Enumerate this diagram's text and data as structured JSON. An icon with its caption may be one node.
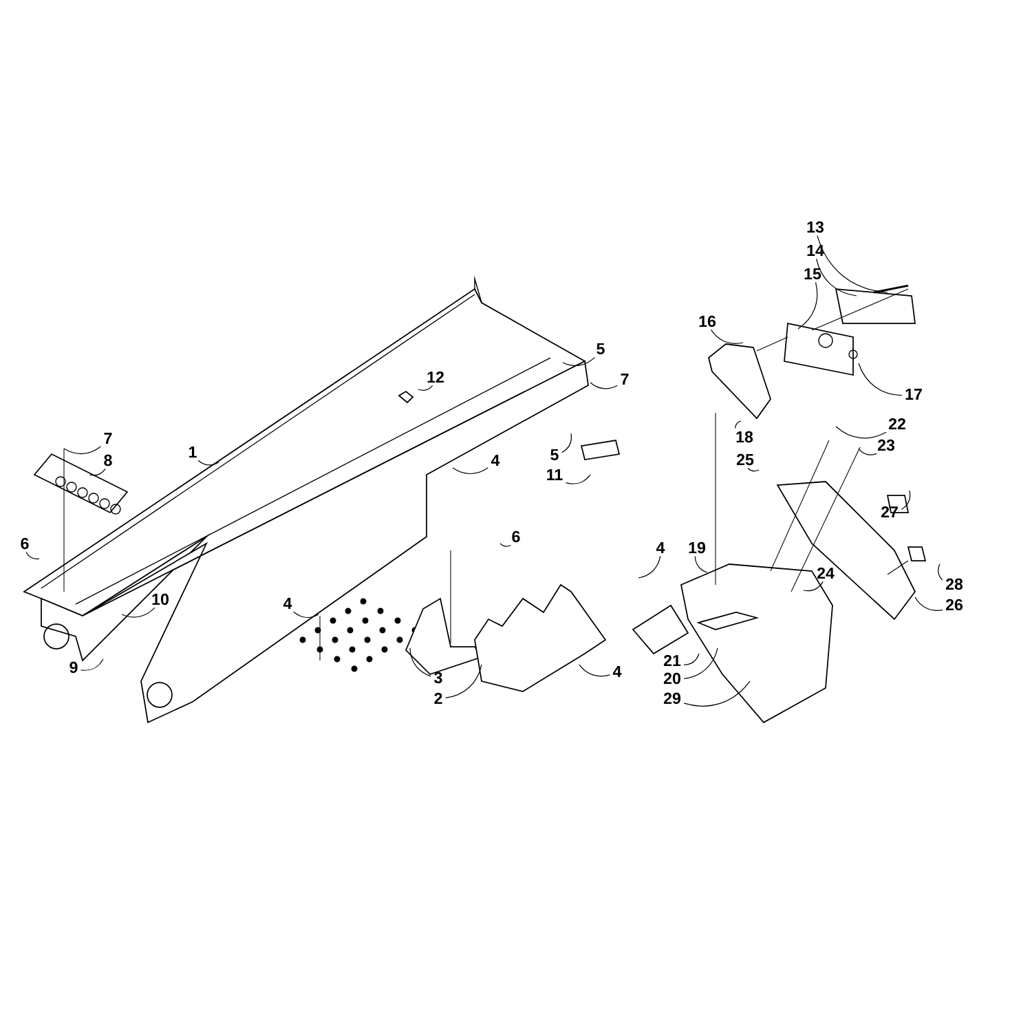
{
  "diagram": {
    "nodes": [
      {
        "text": [
          "13"
        ]
      },
      {
        "text": [
          "14"
        ]
      },
      {
        "text": [
          "15"
        ]
      },
      {
        "text": [
          "16"
        ]
      },
      {
        "text": [
          "5"
        ]
      },
      {
        "text": [
          "7"
        ]
      },
      {
        "text": [
          "12"
        ]
      },
      {
        "text": [
          "17"
        ]
      },
      {
        "text": [
          "22"
        ]
      },
      {
        "text": [
          "18"
        ]
      },
      {
        "text": [
          "7"
        ]
      },
      {
        "text": [
          "23"
        ]
      },
      {
        "text": [
          "1"
        ]
      },
      {
        "text": [
          "5"
        ]
      },
      {
        "text": [
          "4"
        ]
      },
      {
        "text": [
          "25"
        ]
      },
      {
        "text": [
          "8"
        ]
      },
      {
        "text": [
          "11"
        ]
      },
      {
        "text": [
          "27"
        ]
      },
      {
        "text": [
          "6"
        ]
      },
      {
        "text": [
          "6"
        ]
      },
      {
        "text": [
          "19"
        ]
      },
      {
        "text": [
          "4"
        ]
      },
      {
        "text": [
          "24"
        ]
      },
      {
        "text": [
          "10"
        ]
      },
      {
        "text": [
          "28"
        ]
      },
      {
        "text": [
          "4"
        ]
      },
      {
        "text": [
          "26"
        ]
      },
      {
        "text": [
          "21"
        ]
      },
      {
        "text": [
          "9"
        ]
      },
      {
        "text": [
          "4"
        ]
      },
      {
        "text": [
          "3"
        ]
      },
      {
        "text": [
          "20"
        ]
      },
      {
        "text": [
          "2"
        ]
      },
      {
        "text": [
          "29"
        ]
      }
    ],
    "edges": [
      {
        "from": 0,
        "to": null,
        "arrow": "none"
      },
      {
        "from": 1,
        "to": null,
        "arrow": "none"
      },
      {
        "from": 2,
        "to": null,
        "arrow": "none"
      },
      {
        "from": 3,
        "to": null,
        "arrow": "none"
      },
      {
        "from": 4,
        "to": null,
        "arrow": "none"
      },
      {
        "from": 5,
        "to": null,
        "arrow": "none"
      },
      {
        "from": 6,
        "to": null,
        "arrow": "none"
      },
      {
        "from": 7,
        "to": null,
        "arrow": "none"
      },
      {
        "from": 8,
        "to": null,
        "arrow": "none"
      },
      {
        "from": 9,
        "to": null,
        "arrow": "none"
      },
      {
        "from": 10,
        "to": null,
        "arrow": "none"
      },
      {
        "from": 11,
        "to": null,
        "arrow": "none"
      },
      {
        "from": 12,
        "to": null,
        "arrow": "none"
      },
      {
        "from": 13,
        "to": null,
        "arrow": "none"
      },
      {
        "from": 14,
        "to": null,
        "arrow": "none"
      },
      {
        "from": 15,
        "to": null,
        "arrow": "none"
      },
      {
        "from": 16,
        "to": null,
        "arrow": "none"
      },
      {
        "from": 17,
        "to": null,
        "arrow": "none"
      },
      {
        "from": 18,
        "to": null,
        "arrow": "none"
      },
      {
        "from": 19,
        "to": null,
        "arrow": "none"
      },
      {
        "from": 20,
        "to": null,
        "arrow": "none"
      },
      {
        "from": 21,
        "to": null,
        "arrow": "none"
      },
      {
        "from": 22,
        "to": null,
        "arrow": "none"
      },
      {
        "from": 23,
        "to": null,
        "arrow": "none"
      },
      {
        "from": 24,
        "to": null,
        "arrow": "none"
      },
      {
        "from": 25,
        "to": null,
        "arrow": "none"
      },
      {
        "from": 26,
        "to": null,
        "arrow": "none"
      },
      {
        "from": 27,
        "to": null,
        "arrow": "none"
      },
      {
        "from": 28,
        "to": null,
        "arrow": "none"
      },
      {
        "from": 29,
        "to": null,
        "arrow": "none"
      },
      {
        "from": 30,
        "to": null,
        "arrow": "none"
      },
      {
        "from": 31,
        "to": null,
        "arrow": "none"
      },
      {
        "from": 32,
        "to": null,
        "arrow": "none"
      },
      {
        "from": 33,
        "to": null,
        "arrow": "none"
      },
      {
        "from": 34,
        "to": null,
        "arrow": "none"
      }
    ]
  }
}
